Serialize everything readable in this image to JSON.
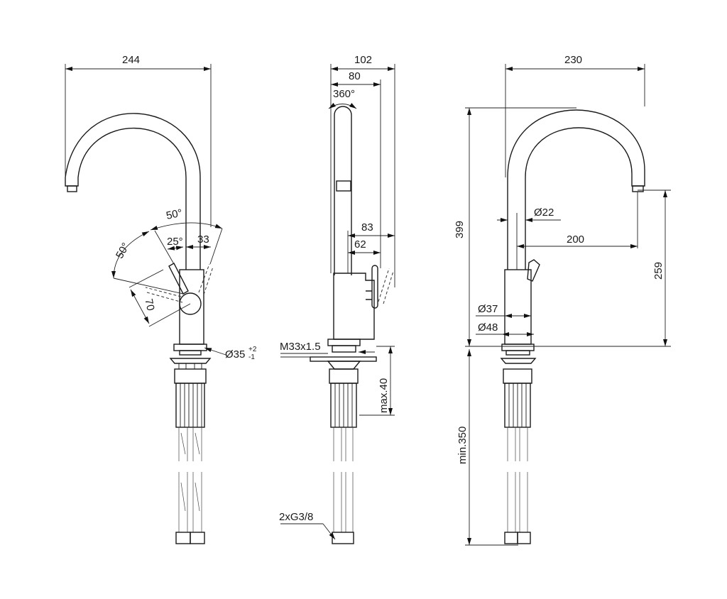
{
  "drawing": {
    "title": "Kitchen faucet dimension drawing",
    "front_view": {
      "width": "244",
      "lever_angle_outer": "50°",
      "lever_angle_side": "50°",
      "lever_angle_inner": "25°",
      "lever_offset": "33",
      "lever_length": "70",
      "hole_diameter": "Ø35",
      "hole_tol_plus": "+2",
      "hole_tol_minus": "-1"
    },
    "side_view": {
      "overall_depth": "102",
      "spout_depth": "80",
      "rotation": "360°",
      "lever_reach": "83",
      "lever_reach_inner": "62",
      "thread": "M33x1.5",
      "max_thickness": "max.40",
      "connections": "2xG3/8"
    },
    "rear_view": {
      "reach": "230",
      "height": "399",
      "spout_pipe_diameter": "Ø22",
      "spout_projection": "200",
      "outlet_height": "259",
      "body_diameter": "Ø37",
      "base_diameter": "Ø48",
      "hose_length": "min.350"
    }
  }
}
